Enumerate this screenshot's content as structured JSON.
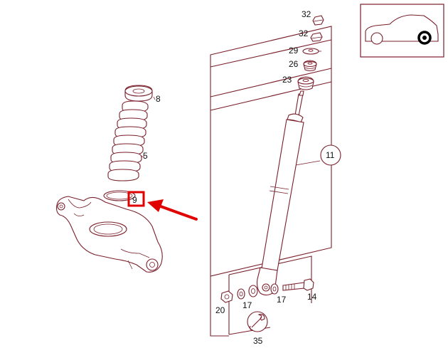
{
  "diagram": {
    "callouts": [
      {
        "id": "c32a",
        "text": "32"
      },
      {
        "id": "c32b",
        "text": "32"
      },
      {
        "id": "c29",
        "text": "29"
      },
      {
        "id": "c26",
        "text": "26"
      },
      {
        "id": "c23",
        "text": "23"
      },
      {
        "id": "c8",
        "text": "8"
      },
      {
        "id": "c5",
        "text": "5"
      },
      {
        "id": "c9",
        "text": "9"
      },
      {
        "id": "c11",
        "text": "11"
      },
      {
        "id": "c14",
        "text": "14"
      },
      {
        "id": "c17a",
        "text": "17"
      },
      {
        "id": "c17b",
        "text": "17"
      },
      {
        "id": "c20",
        "text": "20"
      },
      {
        "id": "c35",
        "text": "35"
      }
    ],
    "highlighted_part": "9",
    "colors": {
      "line": "#7a1f2b",
      "highlight": "#e00000",
      "text": "#111111",
      "background": "#ffffff"
    },
    "icons": [
      "car-side-icon",
      "wrench-icon",
      "arrow-pointer-icon"
    ]
  }
}
